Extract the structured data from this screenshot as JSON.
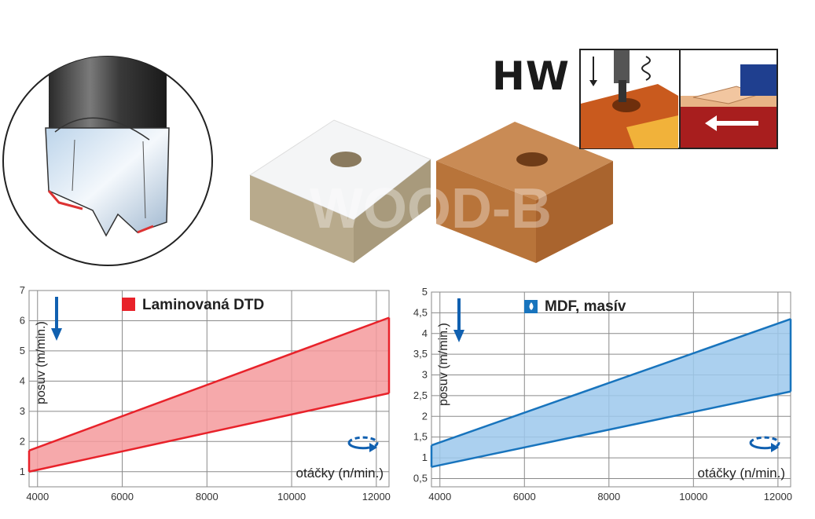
{
  "header": {
    "type_label": "HW",
    "watermark": "WOOD-B"
  },
  "colors": {
    "laminate_line": "#e8222a",
    "laminate_fill": "#f59a9c",
    "mdf_line": "#1874bd",
    "mdf_fill": "#9cc8ec",
    "arrow_blue": "#1060b0",
    "grid": "#8a8a8a"
  },
  "chart_data": [
    {
      "type": "area",
      "title": "Laminovaná DTD",
      "ylabel": "posuv (m/min.)",
      "xlabel": "otáčky (n/min.)",
      "xlim": [
        3800,
        12300
      ],
      "ylim": [
        0.5,
        7
      ],
      "x_ticks": [
        4000,
        6000,
        8000,
        10000,
        12000
      ],
      "x_tick_labels": [
        "4000",
        "6000",
        "8000",
        "10000",
        "12000"
      ],
      "y_ticks": [
        1,
        2,
        3,
        4,
        5,
        6,
        7
      ],
      "y_tick_labels": [
        "1",
        "2",
        "3",
        "4",
        "5",
        "6",
        "7"
      ],
      "grid": true,
      "legend": "top-left",
      "band": {
        "x": [
          3800,
          12300
        ],
        "lower": [
          1.0,
          3.6
        ],
        "upper": [
          1.7,
          6.1
        ]
      }
    },
    {
      "type": "area",
      "title": "MDF, masív",
      "ylabel": "posuv (m/min.)",
      "xlabel": "otáčky (n/min.)",
      "xlim": [
        3800,
        12300
      ],
      "ylim": [
        0.3,
        5
      ],
      "x_ticks": [
        4000,
        6000,
        8000,
        10000,
        12000
      ],
      "x_tick_labels": [
        "4000",
        "6000",
        "8000",
        "10000",
        "12000"
      ],
      "y_ticks": [
        0.5,
        1,
        1.5,
        2,
        2.5,
        3,
        3.5,
        4,
        4.5,
        5
      ],
      "y_tick_labels": [
        "0,5",
        "1",
        "1,5",
        "2",
        "2,5",
        "3",
        "3,5",
        "4",
        "4,5",
        "5"
      ],
      "grid": true,
      "legend": "top-left",
      "band": {
        "x": [
          3800,
          12300
        ],
        "lower": [
          0.78,
          2.6
        ],
        "upper": [
          1.3,
          4.35
        ]
      }
    }
  ]
}
